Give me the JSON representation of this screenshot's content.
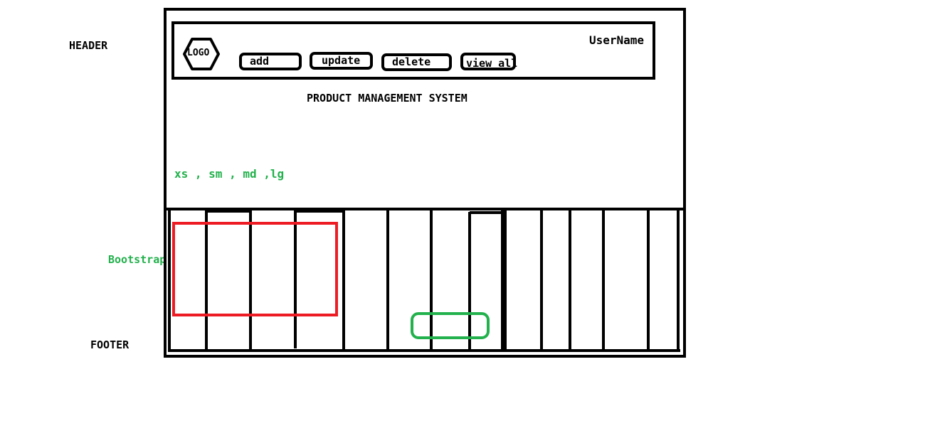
{
  "labels": {
    "header": "HEADER",
    "bootstrap": "Bootstrap",
    "footer": "FOOTER"
  },
  "navbar": {
    "logo": "LOGO",
    "buttons": [
      "add",
      "update",
      "delete",
      "view all"
    ],
    "username": "UserName"
  },
  "main": {
    "title": "PRODUCT MANAGEMENT SYSTEM",
    "breakpoints": "xs , sm , md ,lg"
  },
  "colors": {
    "outline": "#000000",
    "annotation_text": "#22b14c",
    "highlight_red": "#ed1c24",
    "highlight_green": "#22b14c"
  },
  "icons": {
    "logo": "hexagon-logo-icon"
  }
}
